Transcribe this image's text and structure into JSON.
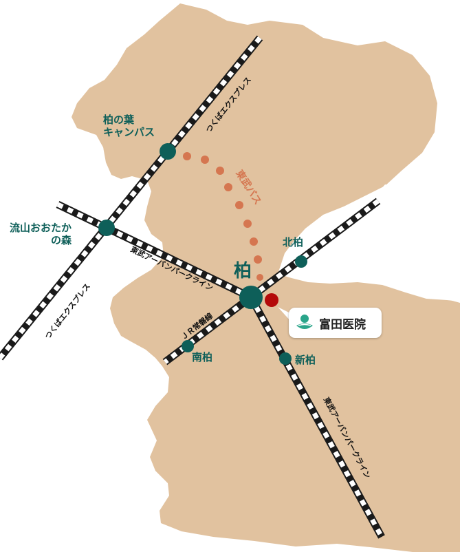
{
  "stations": {
    "kashiwa": "柏",
    "kashiwanoha": [
      "柏の葉",
      "キャンパス"
    ],
    "nagareyama": [
      "流山おおたか",
      "の森"
    ],
    "kitakashiwa": "北柏",
    "minamikashiwa": "南柏",
    "shinkashiwa": "新柏"
  },
  "lines": {
    "tsukuba_express_upper": "つくばエクスプレス",
    "tsukuba_express_lower": "つくばエクスプレス",
    "tobu_urban_west": "東武アーバンパークライン",
    "tobu_urban_south": "東武アーバンパークライン",
    "jr_joban": "ＪＲ常磐線",
    "tobu_bus": "東武バス"
  },
  "clinic": {
    "name": "富田医院"
  },
  "colors": {
    "land": "#e1c29f",
    "water": "#ffffff",
    "station": "#0e5f59",
    "bus": "#d57650",
    "clinic_marker": "#b40a0a"
  }
}
